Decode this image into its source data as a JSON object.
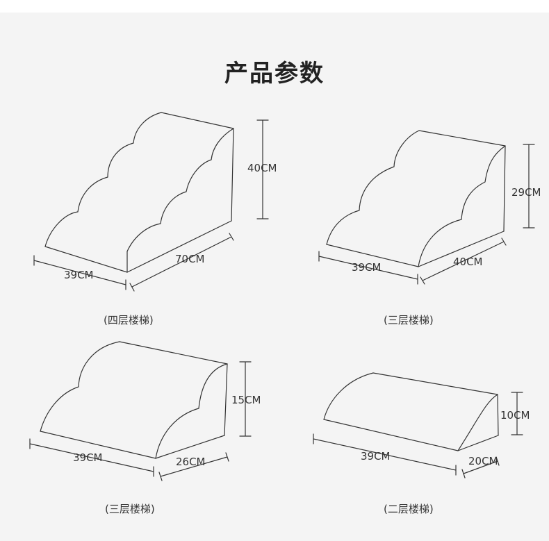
{
  "title": "产品参数",
  "products": [
    {
      "caption": "(四层楼梯)",
      "width": "39CM",
      "length": "70CM",
      "height": "40CM"
    },
    {
      "caption": "(三层楼梯)",
      "width": "39CM",
      "length": "40CM",
      "height": "29CM"
    },
    {
      "caption": "(三层楼梯)",
      "width": "39CM",
      "length": "26CM",
      "height": "15CM"
    },
    {
      "caption": "(二层楼梯)",
      "width": "39CM",
      "length": "20CM",
      "height": "10CM"
    }
  ],
  "colors": {
    "line": "#333333",
    "background": "#f4f4f4",
    "text": "#333333"
  }
}
